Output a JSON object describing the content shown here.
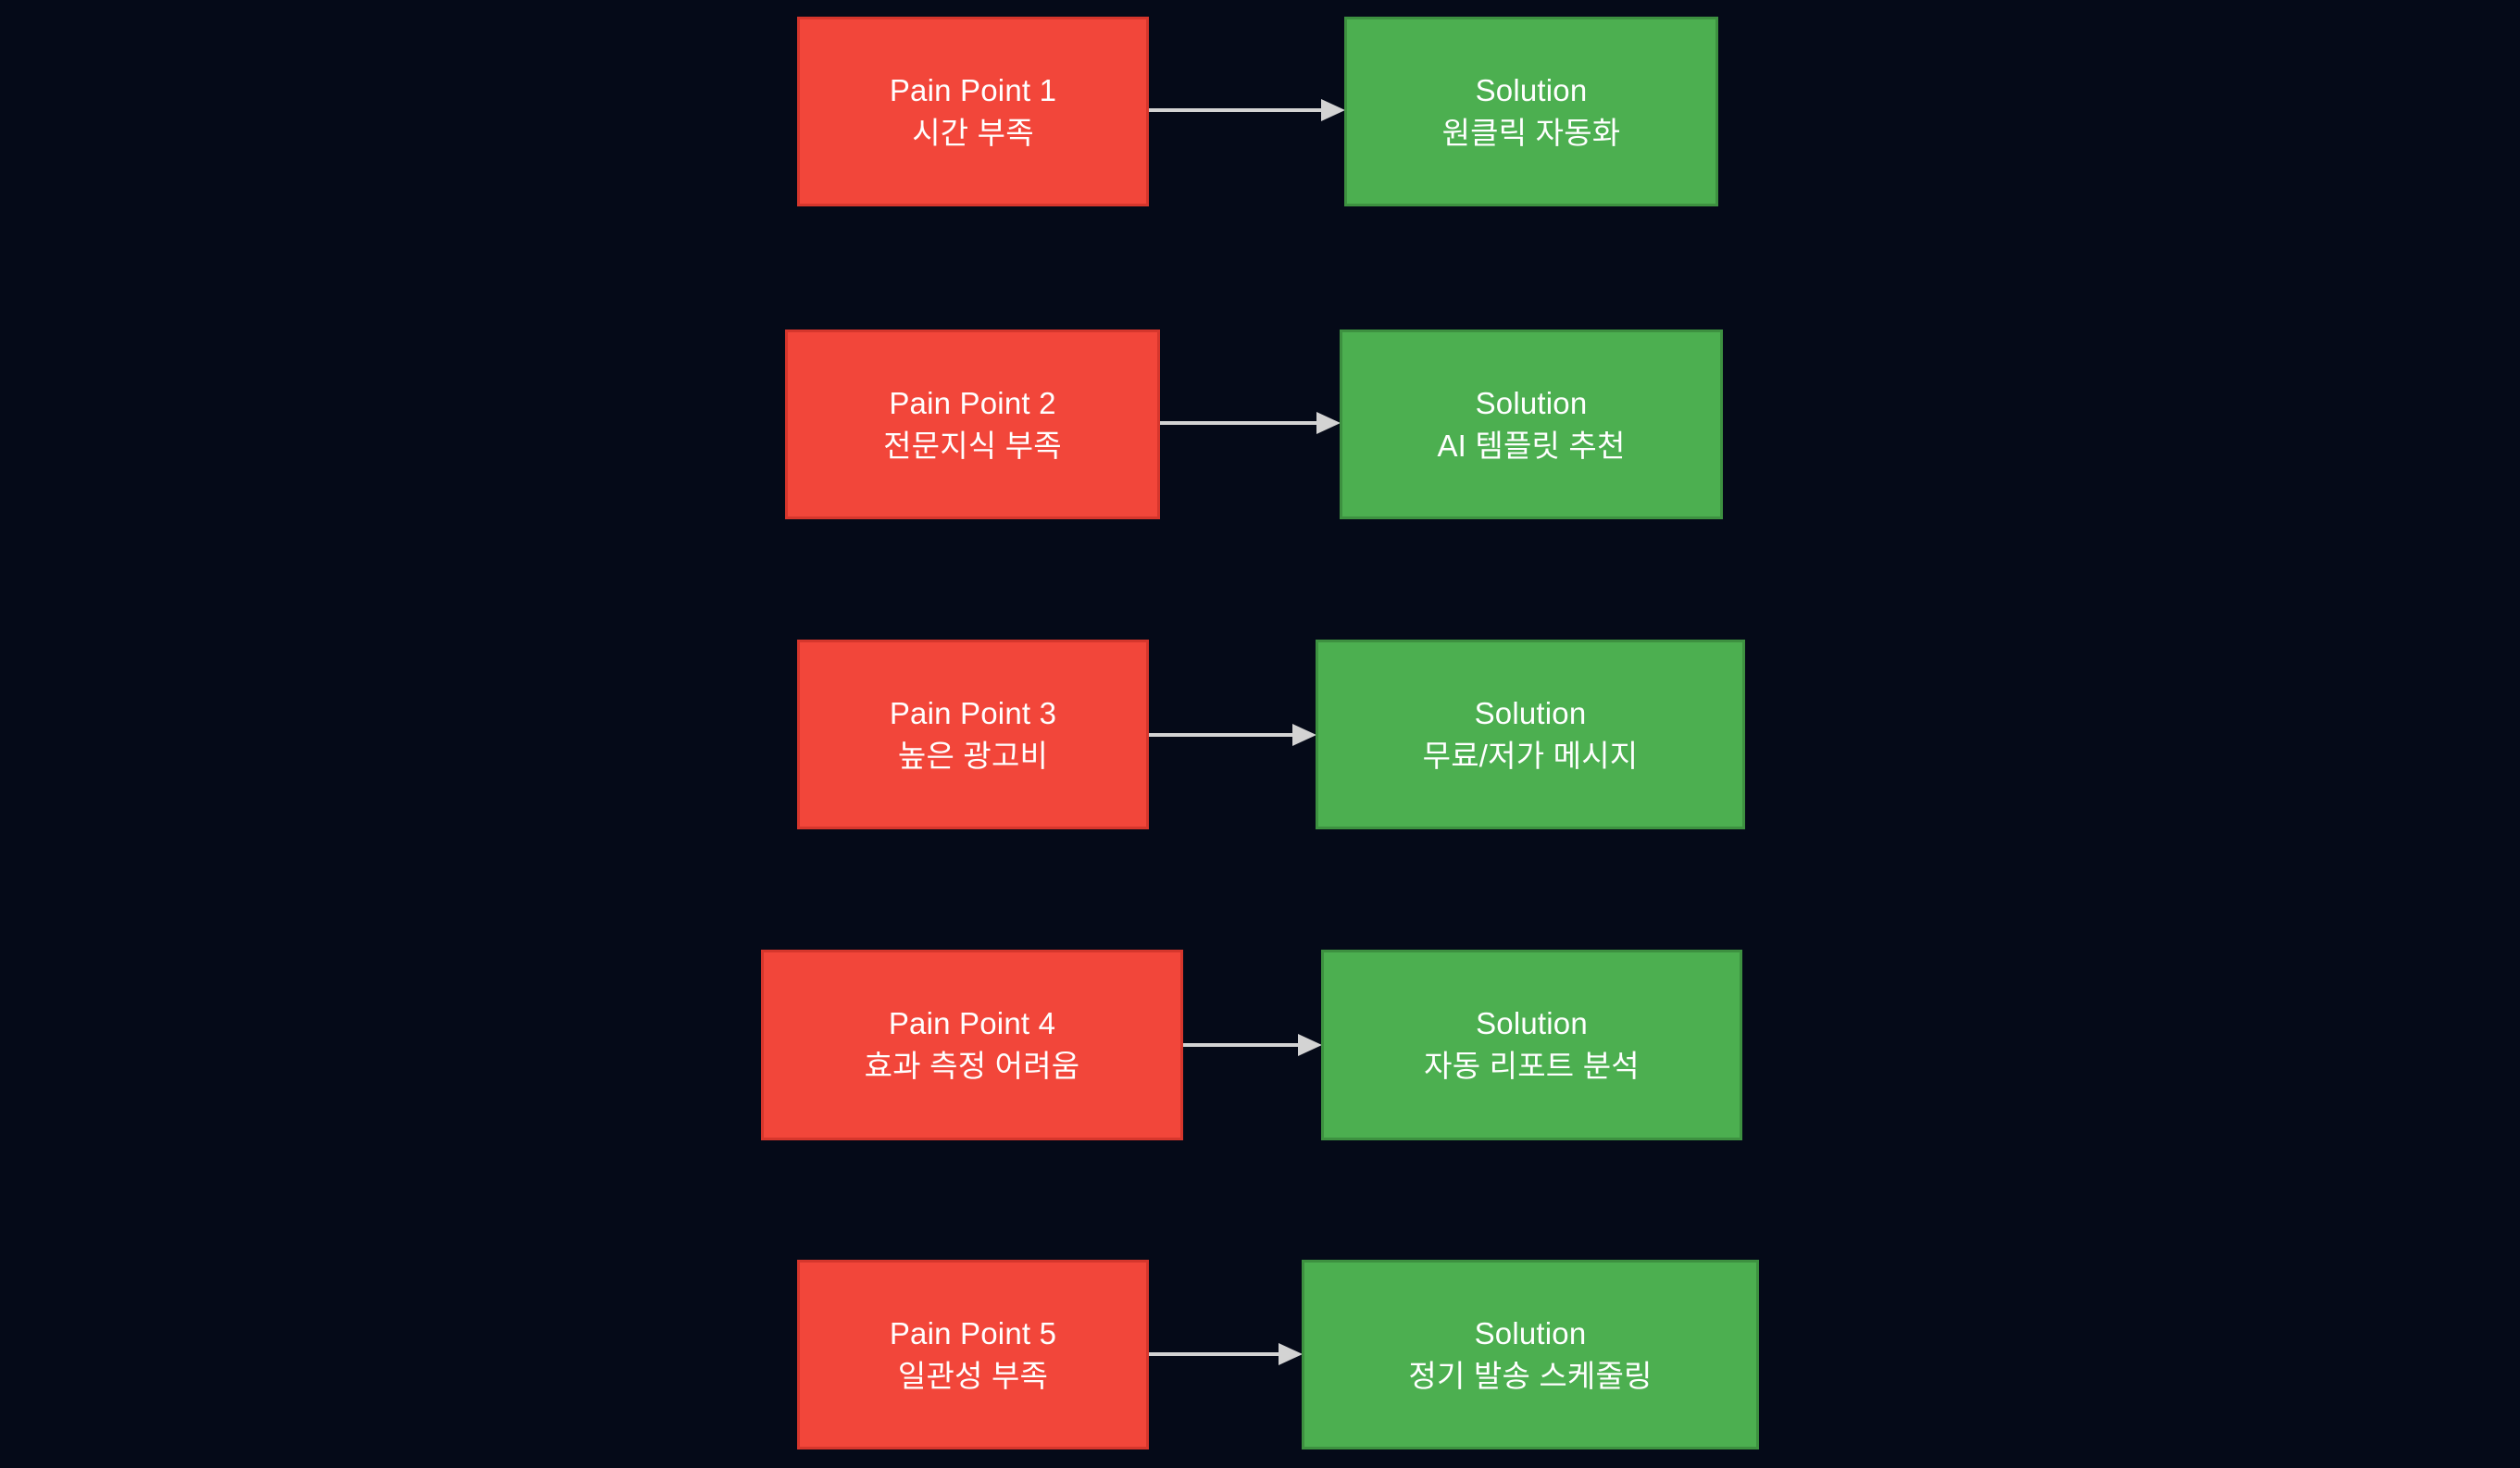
{
  "diagram": {
    "type": "flowchart",
    "background_color": "#050a18",
    "pain_color": "#f2463a",
    "solution_color": "#4caf50",
    "arrow_color": "#d3d3d3",
    "text_color": "#ffffff",
    "rows": [
      {
        "pain": {
          "title": "Pain Point 1",
          "detail": "시간 부족"
        },
        "solution": {
          "title": "Solution",
          "detail": "원클릭 자동화"
        }
      },
      {
        "pain": {
          "title": "Pain Point 2",
          "detail": "전문지식 부족"
        },
        "solution": {
          "title": "Solution",
          "detail": "AI 템플릿 추천"
        }
      },
      {
        "pain": {
          "title": "Pain Point 3",
          "detail": "높은 광고비"
        },
        "solution": {
          "title": "Solution",
          "detail": "무료/저가 메시지"
        }
      },
      {
        "pain": {
          "title": "Pain Point 4",
          "detail": "효과 측정 어려움"
        },
        "solution": {
          "title": "Solution",
          "detail": "자동 리포트 분석"
        }
      },
      {
        "pain": {
          "title": "Pain Point 5",
          "detail": "일관성 부족"
        },
        "solution": {
          "title": "Solution",
          "detail": "정기 발송 스케줄링"
        }
      }
    ]
  }
}
